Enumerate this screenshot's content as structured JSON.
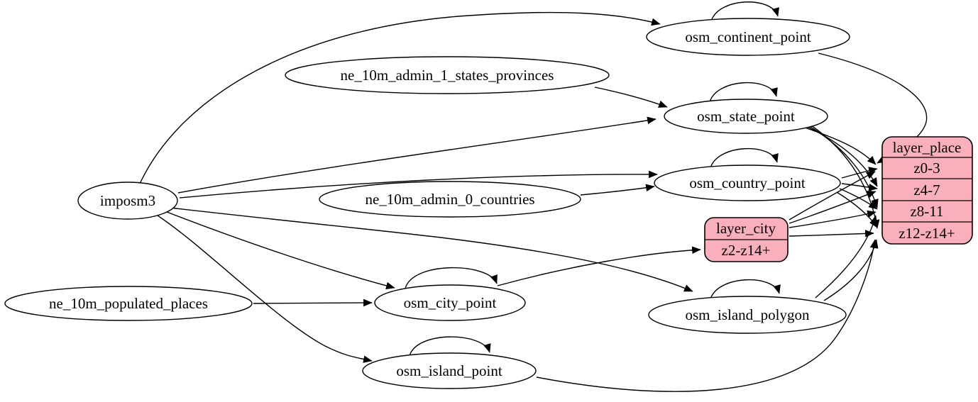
{
  "diagram": {
    "kind": "etl-graph",
    "background_color": "#ffffff",
    "edge_color": "#000000",
    "table_fill": "#ffffff",
    "record_fill": "#f9b0bc",
    "nodes": {
      "imposm3": {
        "label": "imposm3",
        "shape": "ellipse"
      },
      "ne_10m_admin_1_states_provinces": {
        "label": "ne_10m_admin_1_states_provinces",
        "shape": "ellipse"
      },
      "ne_10m_admin_0_countries": {
        "label": "ne_10m_admin_0_countries",
        "shape": "ellipse"
      },
      "ne_10m_populated_places": {
        "label": "ne_10m_populated_places",
        "shape": "ellipse"
      },
      "osm_continent_point": {
        "label": "osm_continent_point",
        "shape": "ellipse"
      },
      "osm_state_point": {
        "label": "osm_state_point",
        "shape": "ellipse"
      },
      "osm_country_point": {
        "label": "osm_country_point",
        "shape": "ellipse"
      },
      "osm_city_point": {
        "label": "osm_city_point",
        "shape": "ellipse"
      },
      "osm_island_polygon": {
        "label": "osm_island_polygon",
        "shape": "ellipse"
      },
      "osm_island_point": {
        "label": "osm_island_point",
        "shape": "ellipse"
      }
    },
    "records": {
      "layer_place": {
        "title": "layer_place",
        "rows": [
          "z0-3",
          "z4-7",
          "z8-11",
          "z12-z14+"
        ]
      },
      "layer_city": {
        "title": "layer_city",
        "rows": [
          "z2-z14+"
        ]
      }
    },
    "edges": [
      {
        "from": "imposm3",
        "to": "osm_continent_point"
      },
      {
        "from": "imposm3",
        "to": "osm_state_point"
      },
      {
        "from": "imposm3",
        "to": "osm_country_point"
      },
      {
        "from": "imposm3",
        "to": "osm_city_point"
      },
      {
        "from": "imposm3",
        "to": "osm_island_polygon"
      },
      {
        "from": "imposm3",
        "to": "osm_island_point"
      },
      {
        "from": "ne_10m_admin_1_states_provinces",
        "to": "osm_state_point"
      },
      {
        "from": "ne_10m_admin_0_countries",
        "to": "osm_country_point"
      },
      {
        "from": "ne_10m_populated_places",
        "to": "osm_city_point"
      },
      {
        "from": "osm_continent_point",
        "to": "osm_continent_point",
        "self_loop": true
      },
      {
        "from": "osm_state_point",
        "to": "osm_state_point",
        "self_loop": true
      },
      {
        "from": "osm_country_point",
        "to": "osm_country_point",
        "self_loop": true
      },
      {
        "from": "osm_city_point",
        "to": "osm_city_point",
        "self_loop": true
      },
      {
        "from": "osm_island_polygon",
        "to": "osm_island_polygon",
        "self_loop": true
      },
      {
        "from": "osm_island_point",
        "to": "osm_island_point",
        "self_loop": true
      },
      {
        "from": "osm_city_point",
        "to": "layer_city",
        "row": "z2-z14+"
      },
      {
        "from": "osm_continent_point",
        "to": "layer_place",
        "row": "z0-3"
      },
      {
        "from": "osm_state_point",
        "to": "layer_place",
        "row": "z0-3"
      },
      {
        "from": "osm_state_point",
        "to": "layer_place",
        "row": "z4-7"
      },
      {
        "from": "osm_state_point",
        "to": "layer_place",
        "row": "z8-11"
      },
      {
        "from": "osm_state_point",
        "to": "layer_place",
        "row": "z12-z14+"
      },
      {
        "from": "osm_country_point",
        "to": "layer_place",
        "row": "z0-3"
      },
      {
        "from": "osm_country_point",
        "to": "layer_place",
        "row": "z4-7"
      },
      {
        "from": "osm_country_point",
        "to": "layer_place",
        "row": "z8-11"
      },
      {
        "from": "osm_country_point",
        "to": "layer_place",
        "row": "z12-z14+"
      },
      {
        "from": "layer_city",
        "to": "layer_place",
        "row": "z0-3"
      },
      {
        "from": "layer_city",
        "to": "layer_place",
        "row": "z4-7"
      },
      {
        "from": "layer_city",
        "to": "layer_place",
        "row": "z8-11"
      },
      {
        "from": "layer_city",
        "to": "layer_place",
        "row": "z12-z14+"
      },
      {
        "from": "osm_island_polygon",
        "to": "layer_place",
        "row": "z8-11"
      },
      {
        "from": "osm_island_polygon",
        "to": "layer_place",
        "row": "z12-z14+"
      },
      {
        "from": "osm_island_point",
        "to": "layer_place",
        "row": "z12-z14+"
      }
    ]
  }
}
